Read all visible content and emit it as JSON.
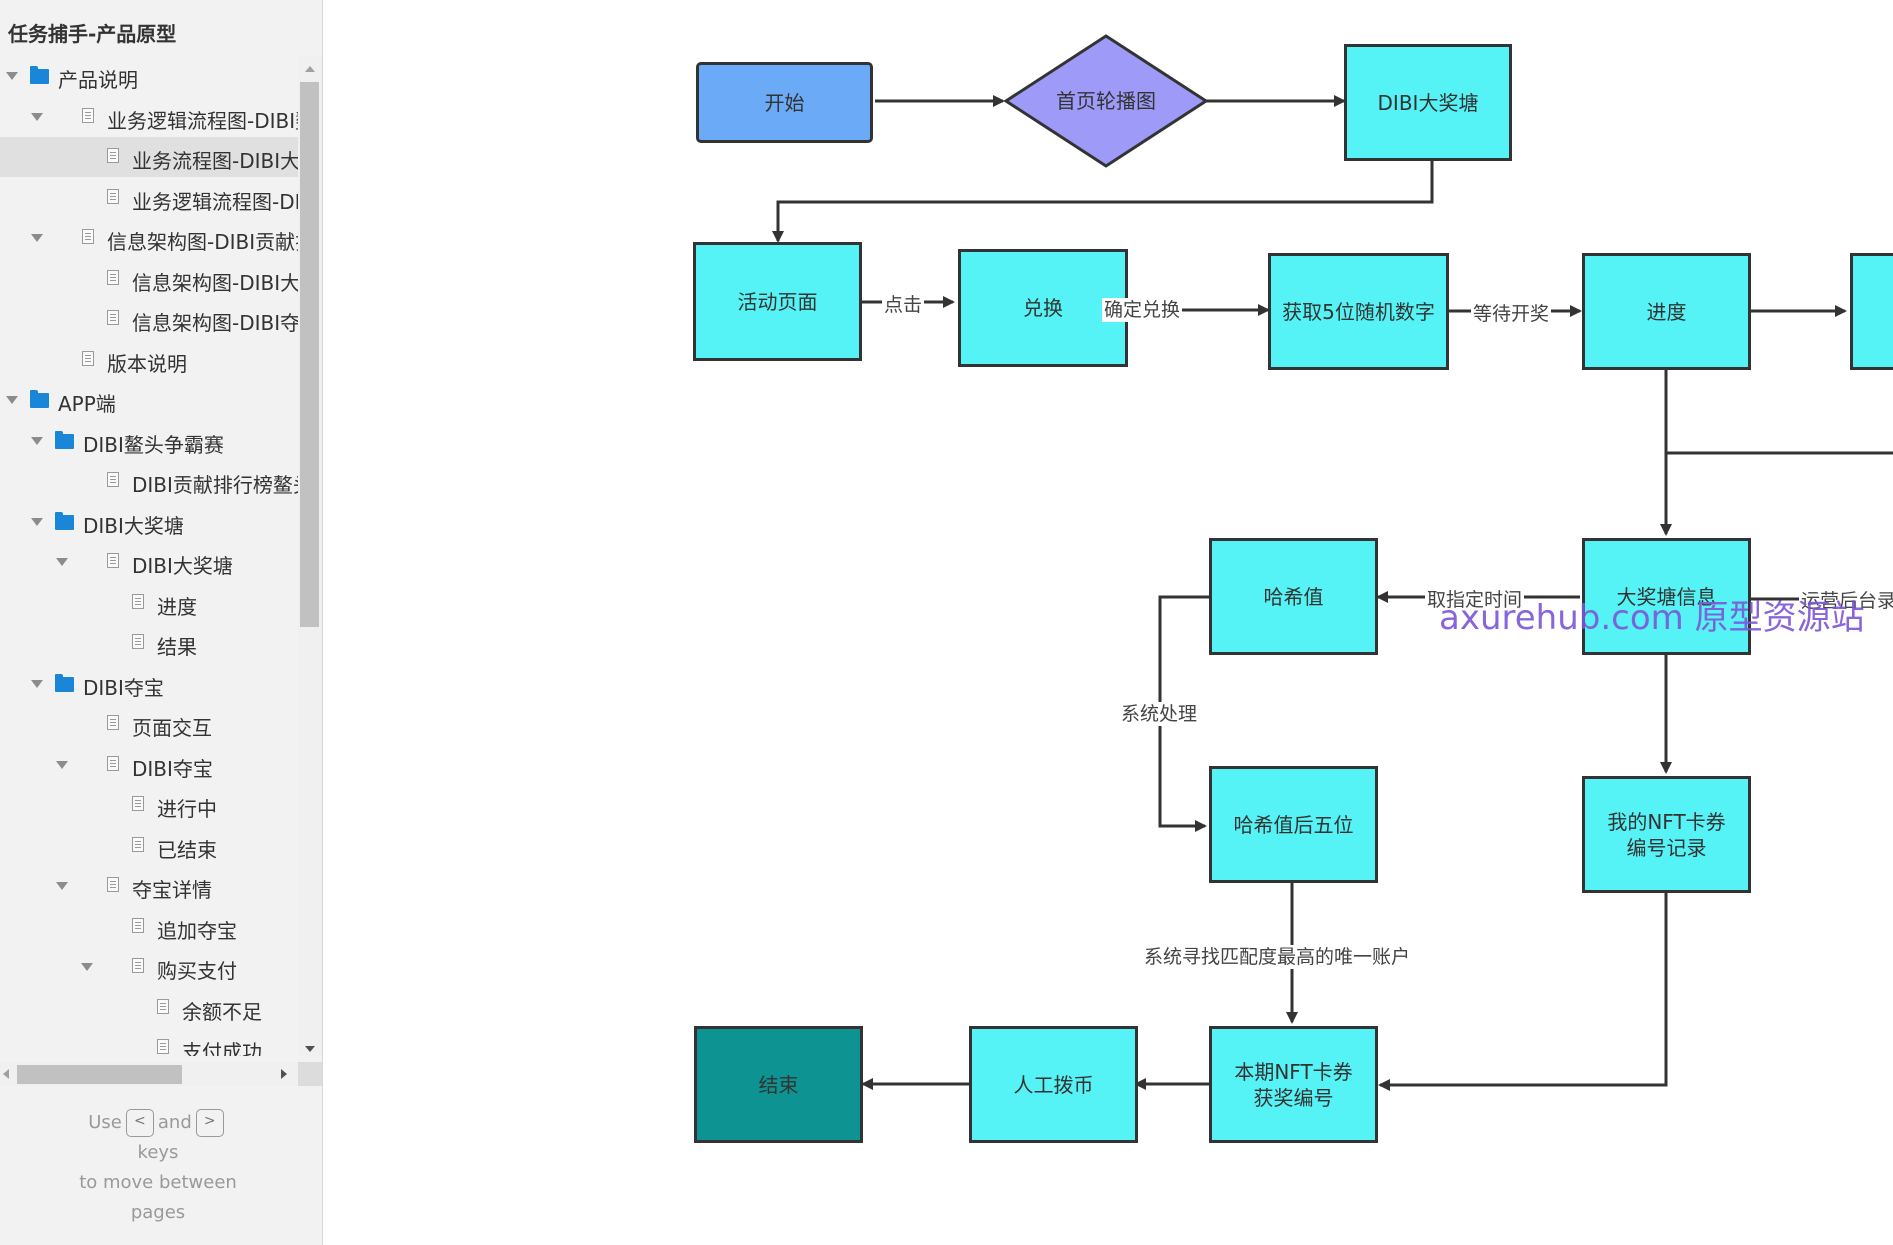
{
  "sidebar": {
    "title": "任务捕手-产品原型",
    "tree": [
      {
        "label": "产品说明",
        "kind": "folder",
        "level": 0,
        "expanded": true
      },
      {
        "label": "业务逻辑流程图-DIBI鳌",
        "kind": "page",
        "level": 1,
        "expanded": true
      },
      {
        "label": "业务流程图-DIBI大奖",
        "kind": "page",
        "level": 2,
        "selected": true
      },
      {
        "label": "业务逻辑流程图-DIB",
        "kind": "page",
        "level": 2
      },
      {
        "label": "信息架构图-DIBI贡献排",
        "kind": "page",
        "level": 1,
        "expanded": true
      },
      {
        "label": "信息架构图-DIBI大奖",
        "kind": "page",
        "level": 2
      },
      {
        "label": "信息架构图-DIBI夺宝",
        "kind": "page",
        "level": 2
      },
      {
        "label": "版本说明",
        "kind": "page",
        "level": 1
      },
      {
        "label": "APP端",
        "kind": "folder",
        "level": 0,
        "expanded": true
      },
      {
        "label": "DIBI鳌头争霸赛",
        "kind": "folder",
        "level": 1,
        "expanded": true
      },
      {
        "label": "DIBI贡献排行榜鳌头",
        "kind": "page",
        "level": 2
      },
      {
        "label": "DIBI大奖塘",
        "kind": "folder",
        "level": 1,
        "expanded": true
      },
      {
        "label": "DIBI大奖塘",
        "kind": "page",
        "level": 2,
        "expanded": true
      },
      {
        "label": "进度",
        "kind": "page",
        "level": 3
      },
      {
        "label": "结果",
        "kind": "page",
        "level": 3
      },
      {
        "label": "DIBI夺宝",
        "kind": "folder",
        "level": 1,
        "expanded": true
      },
      {
        "label": "页面交互",
        "kind": "page",
        "level": 2
      },
      {
        "label": "DIBI夺宝",
        "kind": "page",
        "level": 2,
        "expanded": true
      },
      {
        "label": "进行中",
        "kind": "page",
        "level": 3
      },
      {
        "label": "已结束",
        "kind": "page",
        "level": 3
      },
      {
        "label": "夺宝详情",
        "kind": "page",
        "level": 2,
        "expanded": true
      },
      {
        "label": "追加夺宝",
        "kind": "page",
        "level": 3
      },
      {
        "label": "购买支付",
        "kind": "page",
        "level": 3,
        "expanded": true
      },
      {
        "label": "余额不足",
        "kind": "page",
        "level": 4
      },
      {
        "label": "支付成功",
        "kind": "page",
        "level": 4
      }
    ],
    "hint": {
      "use": "Use",
      "key_prev": "<",
      "and": "and",
      "key_next": ">",
      "keys": "keys",
      "move": "to move between",
      "pages": "pages"
    }
  },
  "flowchart": {
    "nodes": {
      "start": "开始",
      "carousel": "首页轮播图",
      "pond": "DIBI大奖塘",
      "activity": "活动页面",
      "exchange": "兑换",
      "random": "获取5位随机数字",
      "progress": "进度",
      "pond_info": "大奖塘信息",
      "hash": "哈希值",
      "hash5": "哈希值后五位",
      "nft_record": "我的NFT卡券编号记录",
      "nft_win": "本期NFT卡券获奖编号",
      "manual": "人工拨币",
      "end": "结束"
    },
    "edge_labels": {
      "click": "点击",
      "confirm": "确定兑换",
      "wait": "等待开奖",
      "take_time": "取指定时间",
      "after": "运营后台录",
      "sys_process": "系统处理",
      "sys_match": "系统寻找匹配度最高的唯一账户"
    },
    "colors": {
      "node": "#55f3f5",
      "start": "#6aaaf7",
      "diamond": "#9d9bf7",
      "end": "#0e9393",
      "stroke": "#333333"
    }
  },
  "watermark": "axurehub.com 原型资源站"
}
